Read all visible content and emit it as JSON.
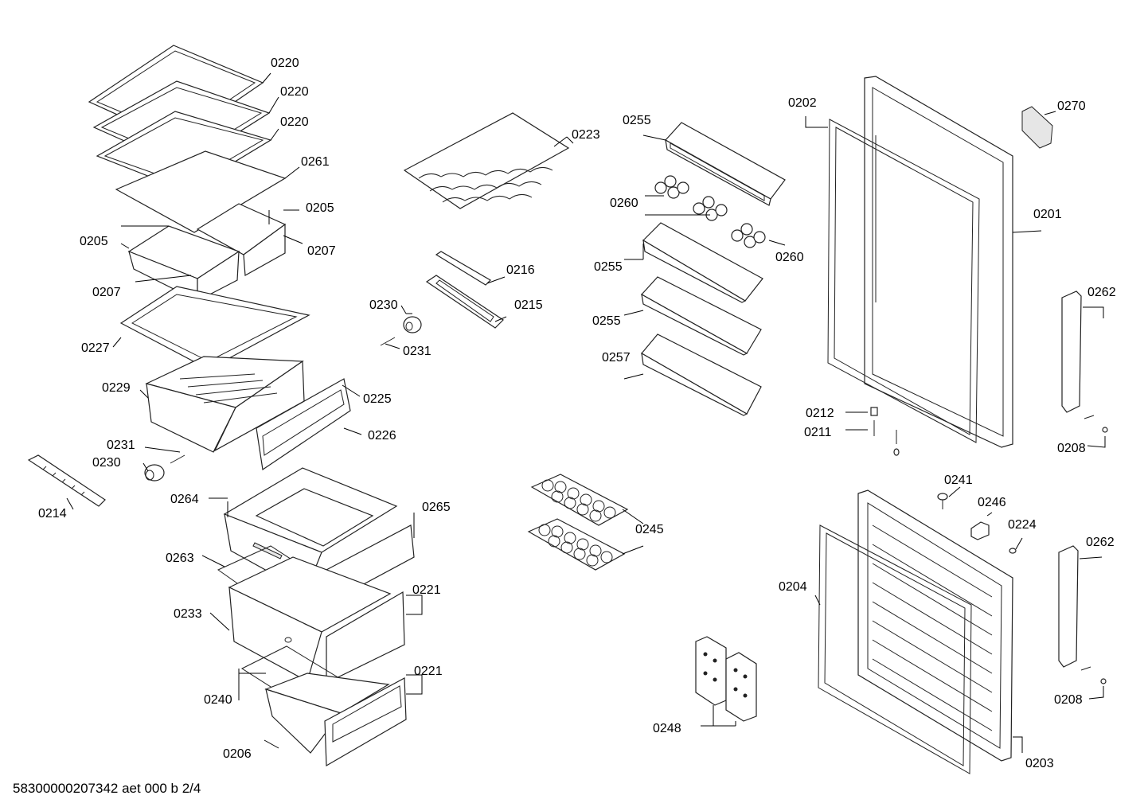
{
  "diagram": {
    "footer": "58300000207342 aet 000 b 2/4",
    "labels": {
      "l0220a": "0220",
      "l0220b": "0220",
      "l0220c": "0220",
      "l0261": "0261",
      "l0205a": "0205",
      "l0205b": "0205",
      "l0207a": "0207",
      "l0207b": "0207",
      "l0227": "0227",
      "l0229": "0229",
      "l0225": "0225",
      "l0226": "0226",
      "l0231a": "0231",
      "l0230a": "0230",
      "l0214": "0214",
      "l0264": "0264",
      "l0265": "0265",
      "l0263": "0263",
      "l0233": "0233",
      "l0221a": "0221",
      "l0240": "0240",
      "l0221b": "0221",
      "l0206": "0206",
      "l0223": "0223",
      "l0216": "0216",
      "l0215": "0215",
      "l0230b": "0230",
      "l0231b": "0231",
      "l0245": "0245",
      "l0255a": "0255",
      "l0260a": "0260",
      "l0260b": "0260",
      "l0255b": "0255",
      "l0255c": "0255",
      "l0257": "0257",
      "l0248": "0248",
      "l0202": "0202",
      "l0201": "0201",
      "l0270": "0270",
      "l0262a": "0262",
      "l0212": "0212",
      "l0211": "0211",
      "l0208a": "0208",
      "l0241": "0241",
      "l0246": "0246",
      "l0224": "0224",
      "l0262b": "0262",
      "l0204": "0204",
      "l0208b": "0208",
      "l0203": "0203"
    }
  }
}
